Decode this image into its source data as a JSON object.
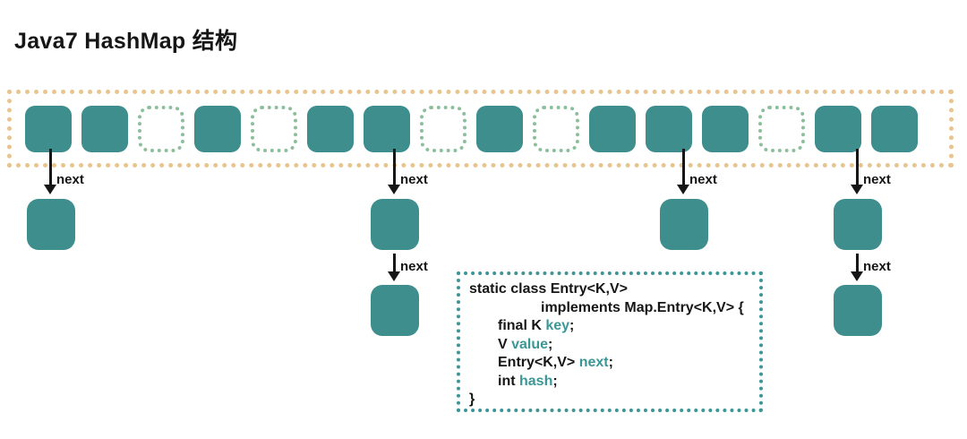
{
  "title": "Java7 HashMap 结构",
  "colors": {
    "node_fill": "#3e8e8e",
    "empty_bucket_border": "#8cbe9b",
    "array_border": "#e8c490",
    "code_accent": "#3c9696",
    "text": "#161616"
  },
  "bucket_array": {
    "buckets": [
      "filled",
      "filled",
      "empty",
      "filled",
      "empty",
      "filled",
      "filled",
      "empty",
      "filled",
      "empty",
      "filled",
      "filled",
      "filled",
      "empty",
      "filled",
      "filled"
    ]
  },
  "next_label": "next",
  "chains": [
    {
      "bucket": 1,
      "nodes": 1
    },
    {
      "bucket": 7,
      "nodes": 2
    },
    {
      "bucket": 12,
      "nodes": 1
    },
    {
      "bucket": 15,
      "nodes": 2
    }
  ],
  "code_box": {
    "lines": [
      {
        "indent": 0,
        "segments": [
          {
            "text": "static class Entry<K,V>"
          }
        ]
      },
      {
        "indent": 80,
        "segments": [
          {
            "text": "implements Map.Entry<K,V> {"
          }
        ]
      },
      {
        "indent": 32,
        "segments": [
          {
            "text": "final K "
          },
          {
            "text": "key",
            "accent": true
          },
          {
            "text": ";"
          }
        ]
      },
      {
        "indent": 32,
        "segments": [
          {
            "text": "V "
          },
          {
            "text": "value",
            "accent": true
          },
          {
            "text": ";"
          }
        ]
      },
      {
        "indent": 32,
        "segments": [
          {
            "text": "Entry<K,V> "
          },
          {
            "text": "next",
            "accent": true
          },
          {
            "text": ";"
          }
        ]
      },
      {
        "indent": 32,
        "segments": [
          {
            "text": "int "
          },
          {
            "text": "hash",
            "accent": true
          },
          {
            "text": ";"
          }
        ]
      },
      {
        "indent": 0,
        "segments": [
          {
            "text": "}"
          }
        ]
      }
    ]
  }
}
